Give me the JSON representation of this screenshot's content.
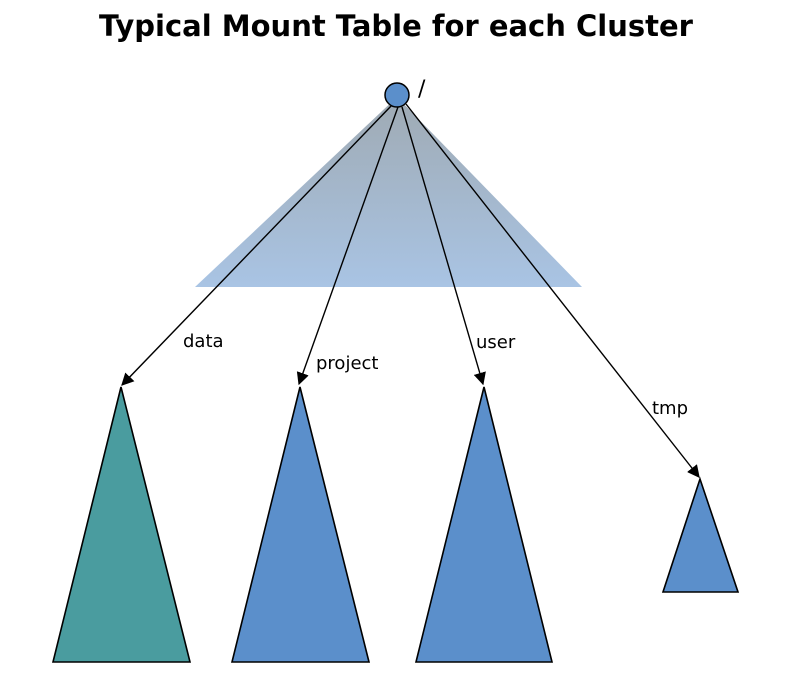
{
  "title": "Typical Mount Table  for each Cluster",
  "root": {
    "label": "/",
    "color": "#5B8FCB"
  },
  "mount_region_color": "#A9C4E4",
  "mounts": [
    {
      "label": "data",
      "color": "#4A9C9F"
    },
    {
      "label": "project",
      "color": "#5B8FCB"
    },
    {
      "label": "user",
      "color": "#5B8FCB"
    },
    {
      "label": "tmp",
      "color": "#5B8FCB"
    }
  ]
}
